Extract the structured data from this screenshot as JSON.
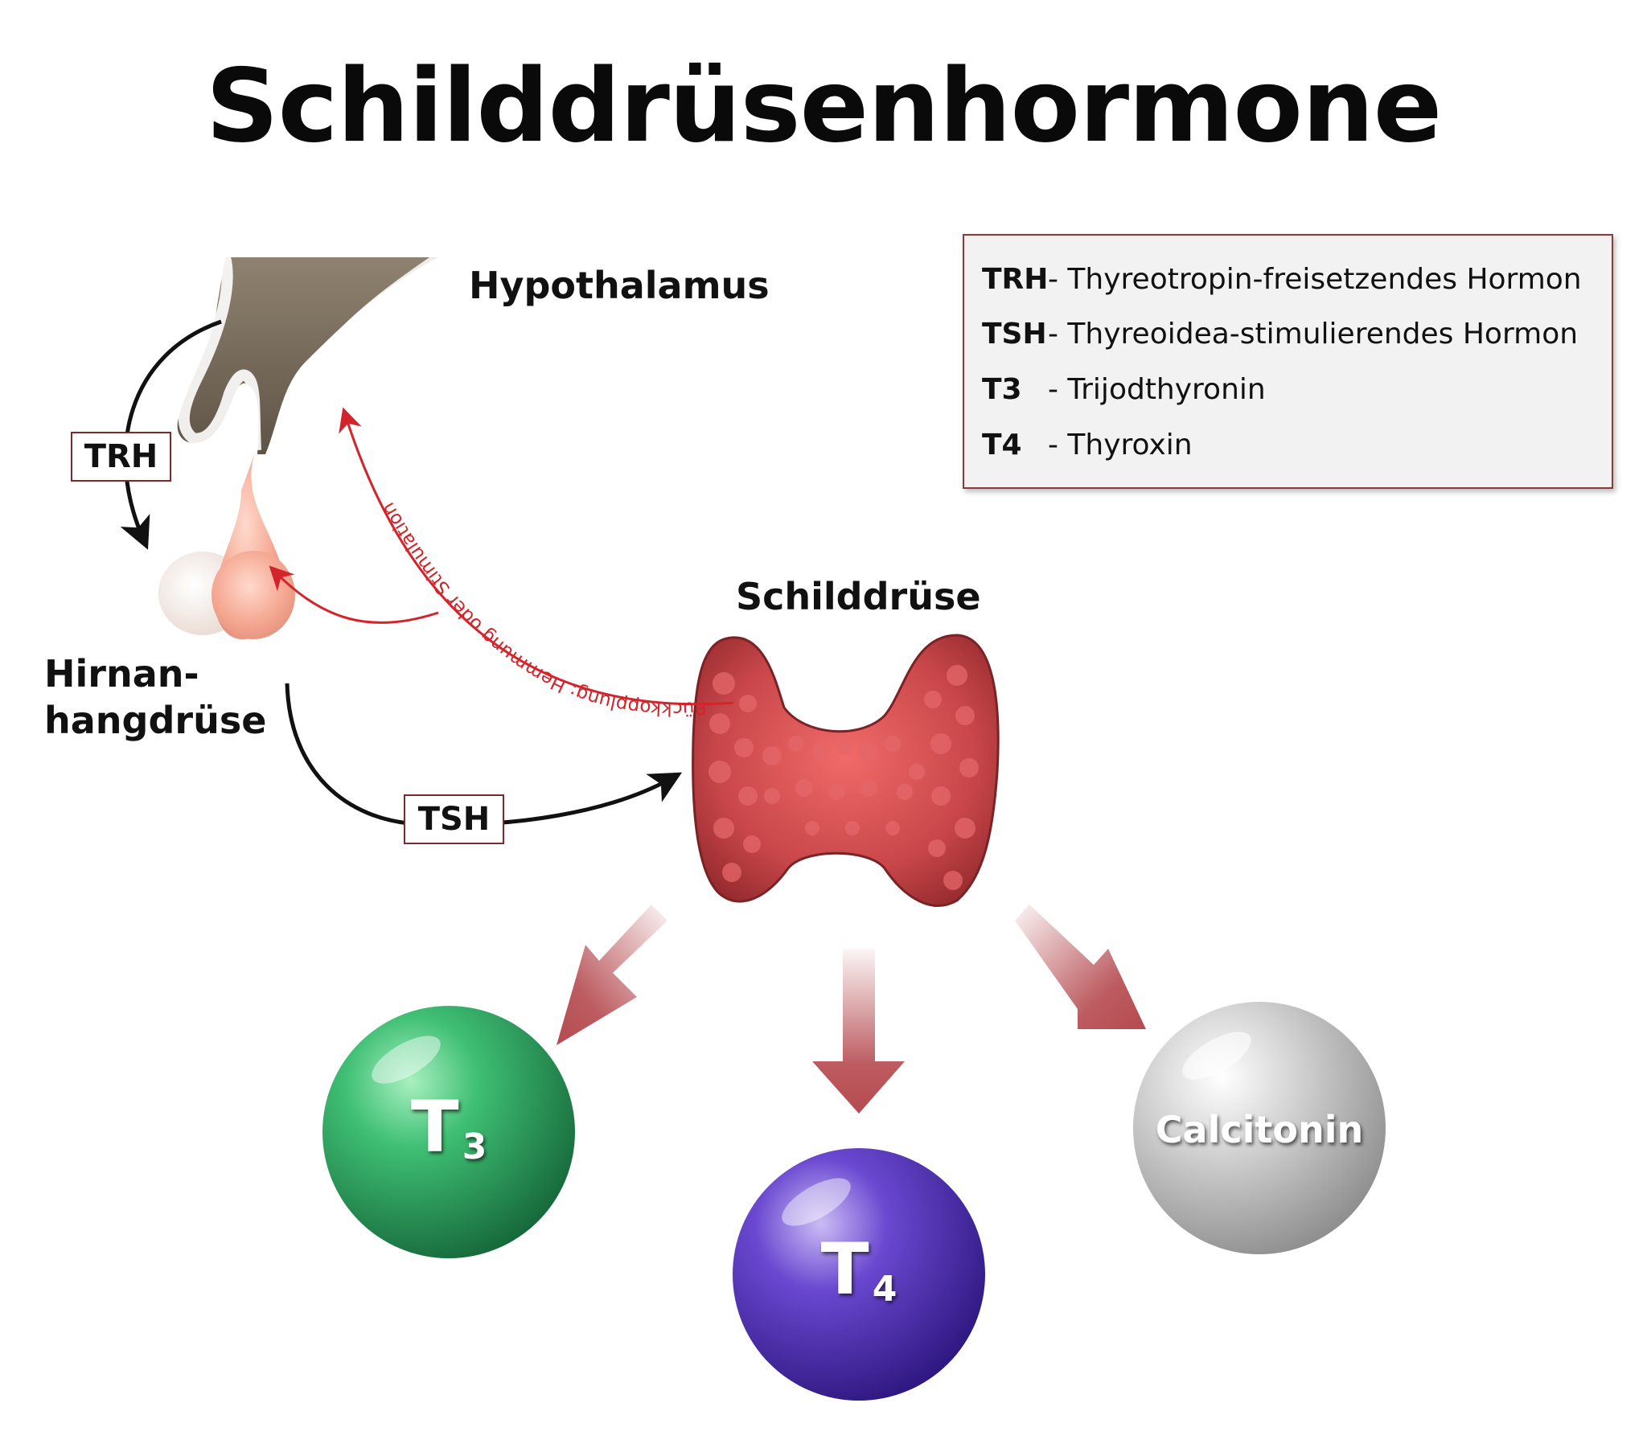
{
  "title": "Schilddrüsenhormone",
  "organs": {
    "hypothalamus": "Hypothalamus",
    "pituitary_line1": "Hirnan-",
    "pituitary_line2": "hangdrüse",
    "thyroid": "Schilddrüse"
  },
  "tags": {
    "trh": "TRH",
    "tsh": "TSH"
  },
  "feedback_label": "Rückkopplung: Hemmung oder Stimulation",
  "legend": [
    {
      "abbr": "TRH",
      "text": "- Thyreotropin-freisetzendes Hormon"
    },
    {
      "abbr": "TSH",
      "text": "- Thyreoidea-stimulierendes Hormon"
    },
    {
      "abbr": "T3",
      "text": "- Trijodthyronin"
    },
    {
      "abbr": "T4",
      "text": "- Thyroxin"
    }
  ],
  "hormones": {
    "t3": {
      "main": "T",
      "sub": "3"
    },
    "t4": {
      "main": "T",
      "sub": "4"
    },
    "calcitonin": "Calcitonin"
  },
  "colors": {
    "feedback": "#d3242b",
    "tag_border": "#7a2a2a",
    "t3": "#2e9e5e",
    "t4": "#5a3cc0",
    "calcitonin": "#c8c8c8",
    "thyroid": "#c8444a",
    "output_arrow": "#b54a4f"
  }
}
